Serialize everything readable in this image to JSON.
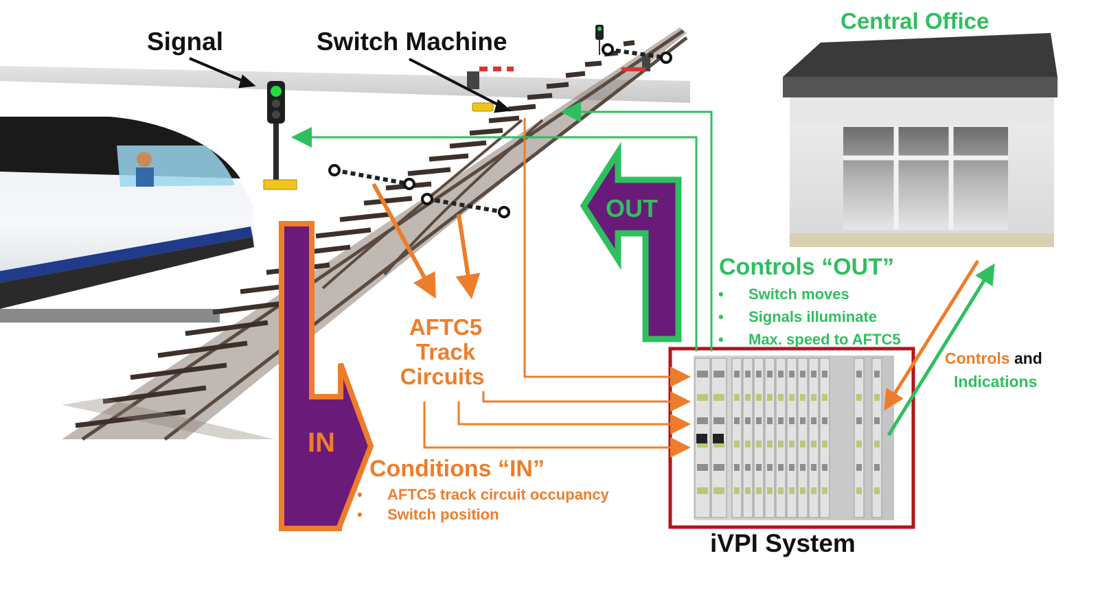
{
  "labels": {
    "signal": "Signal",
    "switch_machine": "Switch Machine",
    "central_office": "Central Office",
    "track_circuits_line1": "AFTC5",
    "track_circuits_line2": "Track",
    "track_circuits_line3": "Circuits",
    "in_arrow": "IN",
    "out_arrow": "OUT",
    "controls_out_title": "Controls “OUT”",
    "controls_out_items": [
      "Switch moves",
      "Signals illuminate",
      "Max. speed to AFTC5"
    ],
    "conditions_in_title": "Conditions “IN”",
    "conditions_in_items": [
      "AFTC5 track circuit occupancy",
      "Switch position"
    ],
    "controls_word": "Controls",
    "and_word": "and",
    "indications_word": "Indications",
    "ivpi_system": "iVPI System"
  },
  "colors": {
    "orange": "#ee7d2b",
    "green": "#2fbf5f",
    "purple": "#6a1b7a",
    "rack_border": "#b3141c",
    "signal_green": "#22dd44"
  },
  "icons": [
    "train-image",
    "signal-icon",
    "switch-machine-icon",
    "track-rails",
    "central-office-building",
    "ivpi-rack"
  ]
}
